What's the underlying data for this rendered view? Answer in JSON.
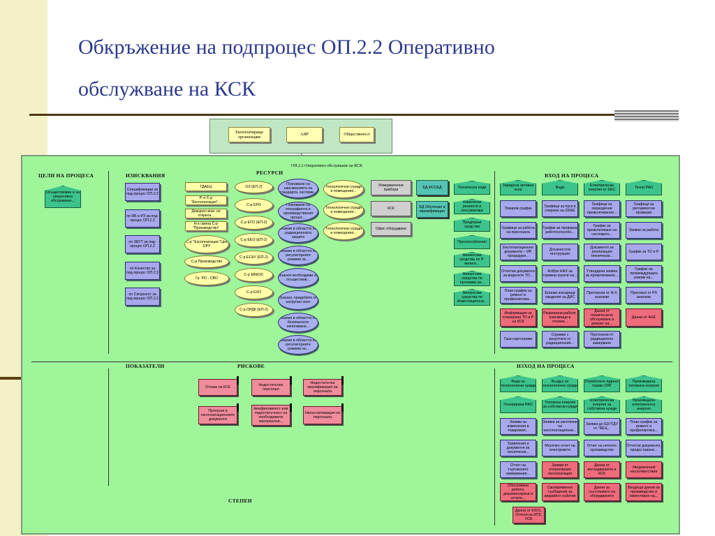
{
  "slide": {
    "title_line1": "Обкръжение на подпроцес ОП.2.2 Оперативно",
    "title_line2": "обслужване на КСК"
  },
  "context": [
    "Експлоатираща организация",
    "АЯР",
    "Общественост"
  ],
  "board": {
    "title": "ОП.2.2 Оперативно обслужване на КСК",
    "headers": {
      "goals": "ЦЕЛИ НА ПРОЦЕСА",
      "requirements": "ИЗИСКВАНИЯ",
      "resources": "РЕСУРСИ",
      "input": "ВХОД НА ПРОЦЕСА",
      "indicators": "ПОКАЗАТЕЛИ",
      "risks": "РИСКОВЕ",
      "output": "ИЗХОД НА ПРОЦЕСА",
      "degree": "СТЕПЕН"
    },
    "goal": "Осъществяван е на оперативно обслужване...",
    "requirements": [
      "Спецификации за под-процес ОП.2.2",
      "по ЯБ и РЗ за под-процес ОП.2.2",
      "по ЗБУТ за под-процес ОП.2.2",
      "по Качество за под-процес ОП.2.2",
      "по Сигурност за под-процес ОП.2.2"
    ],
    "resources_yellow": [
      "ГДАЕЦ",
      "Р-л С-р \"Експлоатация\"...",
      "Дежурен инж. на открита...",
      "Н-к смяна С-р \"Производство\"",
      "С-р \"Експлоатация \"Цех ОРУ",
      "С-р Производство",
      "Гр. РО - СВО"
    ],
    "resources_depts": [
      "ОЗ (ЕП-2)",
      "С-р ЕРО",
      "С-р ЕТО (ЕП-2)",
      "С-р ЕЕО (ЕП-2)",
      "С-р ЕСКУ (ЕП-2)",
      "С-р ЕВКОС",
      "С-р ЕХО",
      "С-р ОРДК (ЕП-2)"
    ],
    "resources_knowledge": [
      "Познаване на изискванията на стандарти, системи...",
      "Познаване на географията и производствения процес...",
      "Знания в областта на радиационната защита",
      "Знания в областта на регулаторните режими за...",
      "Знания необходими за осъществяв...",
      "Знания, придобити от натрупан опит",
      "Знания в областта на безопасното използване...",
      "Знания в областта на регулаторните режими за..."
    ],
    "resources_infra": [
      "Технологични сгради и помещения...",
      "Технологични сгради и помещения...",
      "Технологични сгради и помещения..."
    ],
    "resources_gray": [
      "Измервателни прибори",
      "КСК",
      "Офис оборудване"
    ],
    "resources_db": [
      "БД ИСОЕД",
      "БД Обучение и квалификация"
    ],
    "resources_green": [
      "Технически води",
      "Химически реагенти и консумативи",
      "Предпазни средства",
      "Преспособления",
      "Финансови средства по Р-вените...",
      "Финансови средства по програми за...",
      "Финансови средства по Инвестиционна..."
    ],
    "inputs_top": [
      "Заредена активна зона",
      "Вода",
      "Електрическа енергия от ЕЕС",
      "Течни РАО"
    ],
    "inputs": [
      "Товаров график",
      "Графици за пуск и спиране на СБЕЕ",
      "Графици за периодични превключвания...",
      "Графици за регламентни проверки",
      "Графици за работа на персонала",
      "График за проверка работоспособн...",
      "График за превключване на системите...",
      "Заявки за работа",
      "Експлоатационни документи – ИР, процедури...",
      "Длъжностни инструкции",
      "Документи за реализация технически...",
      "График за ТО и Р",
      "Отчетни документи за водените ТО...",
      "Албум НФХ за горивни касети на...",
      "Утвърдени заявка за превключване...",
      "График на промеждуреден режим на...",
      "План-график за ремонт и профилактика...",
      "Бланки изходящи сведения за ДИС",
      "Протоколи от Ф-Х анализи",
      "Протокол от РХ анализи"
    ],
    "inputs_red": [
      "Информация за планирани ТО и Р на КСК",
      "Разрешени работи, изискващи и отнеме...",
      "Данни от техническото обслужване и ремонт на...",
      "Данни от АХЕ"
    ],
    "inputs_bottom": [
      "Газо-картограми",
      "Справки с резултати от радиационния...",
      "Протоколи от радиационно замерване"
    ],
    "risks": [
      "Откази на КСК",
      "Недостатъчен персонал",
      "Недостатъчна квалификация на персонала",
      "Пропуски в експлоатационните документи",
      "Неефективност или недостатъчност на необходимите материални...",
      "Ниска мотивация на персонала"
    ],
    "outputs_top": [
      "Вода за технологични нужди",
      "Въздух за технологични нужди",
      "Отработено ядрено гориво ОЯГ",
      "Произведена топлинна енергия"
    ],
    "outputs_row2": [
      "Генерирани РАО",
      "Топлинна енергия за собствени нужди",
      "Електрическа енергия за собствени нужди",
      "Произведена електрическа енергия"
    ],
    "outputs_blue": [
      "Заявки за изменения в товаровия...",
      "Заявки за изготвяне на експлоатационни...",
      "Заявка до ЩУ/ТДУ от \"АЕЦ...",
      "План-график за ремонт и профилактика...",
      "Заявления и документи за технически...",
      "Месечен отчет на електровете",
      "Отчет на нетното производство",
      "Отчетни документи, предоставяни...",
      "Отчет на търговските измервания..."
    ],
    "outputs_red": [
      "Заявки от оперативния експлоатация",
      "Данни от изследванията в КСК",
      "Уведомления несъответствия",
      "Обосновани работи, документирани и отчети...",
      "Своевременно съобщения за аварийно събитие",
      "Данни за състоянието на оборудването",
      "Входящи данни за производство и изместване на...",
      "Данни от КЗУС, Отчети на ИТК, УСБ"
    ]
  }
}
